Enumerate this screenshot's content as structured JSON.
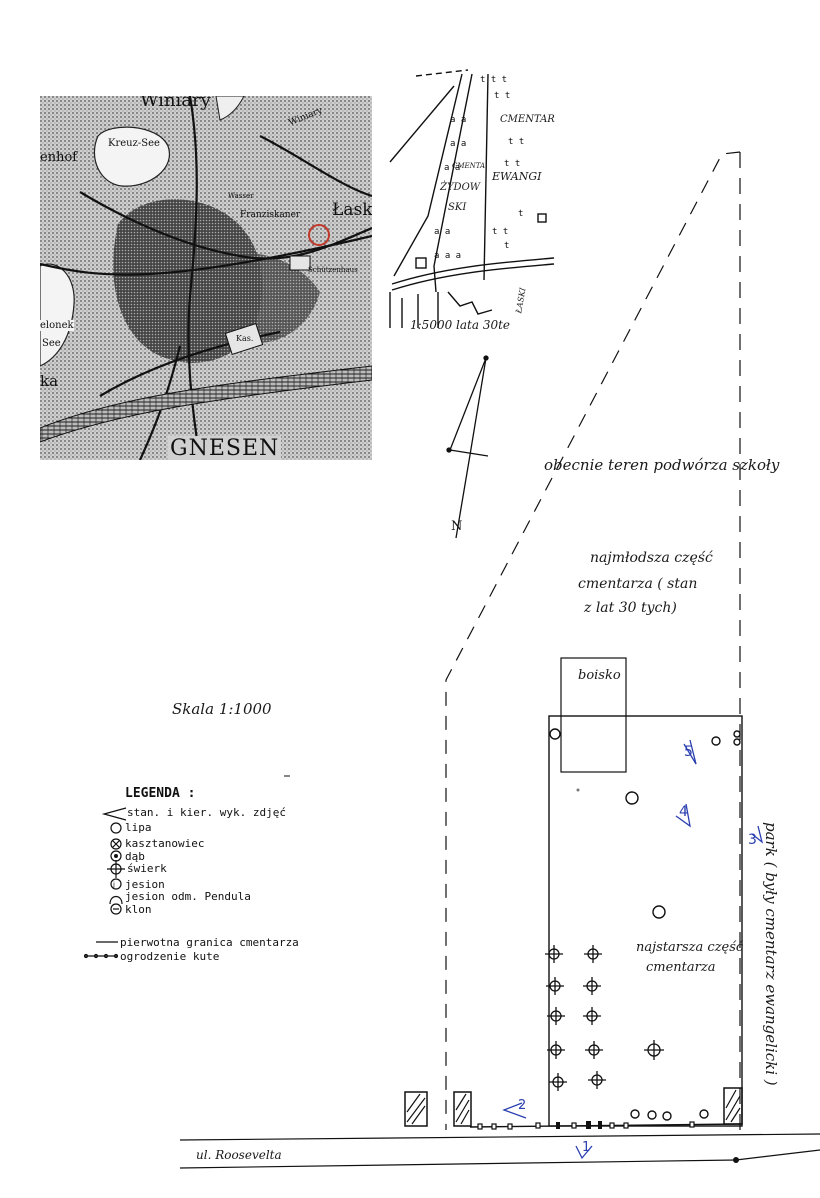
{
  "city_map": {
    "labels": {
      "winiary_top": "Winiary",
      "winiary_road": "Winiary",
      "kreuz_see": "Kreuz-See",
      "jenhof": "enhof",
      "laski": "Łaski",
      "wasser": "Wasser",
      "franziskaner": "Franziskaner",
      "elonek": "elonek",
      "see": "See",
      "ka": "ka",
      "kas": "Kas.",
      "schutzenhaus": "Schützenhaus",
      "gnesen": "GNESEN"
    }
  },
  "inset_map": {
    "scale_note": "1:5000  lata 30te",
    "cmentarz": "CMENTAR",
    "cmentarz_small": "CMENTA",
    "ewangi": "EWANGI",
    "zydow": "ŻYDOW",
    "ski": "SKI",
    "street": "ŁASKI"
  },
  "north_arrow": {
    "label": "N"
  },
  "annotations": {
    "school_yard": "obecnie teren podwórza szkoły",
    "youngest_part_1": "najmłodsza część",
    "youngest_part_2": "cmentarza ( stan",
    "youngest_part_3": "z lat 30 tych)",
    "boisko": "boisko",
    "oldest_part_1": "najstarsza część",
    "oldest_part_2": "cmentarza",
    "park": "park ( były cmentarz ewangelicki )",
    "street": "ul. Roosevelta",
    "scale": "Skala 1:1000"
  },
  "photo_markers": [
    "1",
    "2",
    "3",
    "4",
    "5"
  ],
  "legend": {
    "title": "LEGENDA :",
    "items": [
      {
        "label": "stan. i kier. wyk. zdjęć",
        "icon": "arrow-icon"
      },
      {
        "label": "lipa",
        "icon": "circle-icon"
      },
      {
        "label": "kasztanowiec",
        "icon": "circle-x-icon"
      },
      {
        "label": "dąb",
        "icon": "circle-dot-icon"
      },
      {
        "label": "świerk",
        "icon": "crosshair-icon"
      },
      {
        "label": "jesion",
        "icon": "circle-j-icon"
      },
      {
        "label": "jesion odm. Pendula",
        "icon": "weeping-ash-icon"
      },
      {
        "label": "klon",
        "icon": "circle-minus-icon"
      }
    ],
    "lines": [
      {
        "label": "pierwotna granica cmentarza",
        "icon": "solid-line-icon"
      },
      {
        "label": "ogrodzenie kute",
        "icon": "fence-line-icon"
      }
    ]
  },
  "colors": {
    "ink": "#111111",
    "marker_blue": "#2a3fb0",
    "map_red": "#c0392b"
  }
}
